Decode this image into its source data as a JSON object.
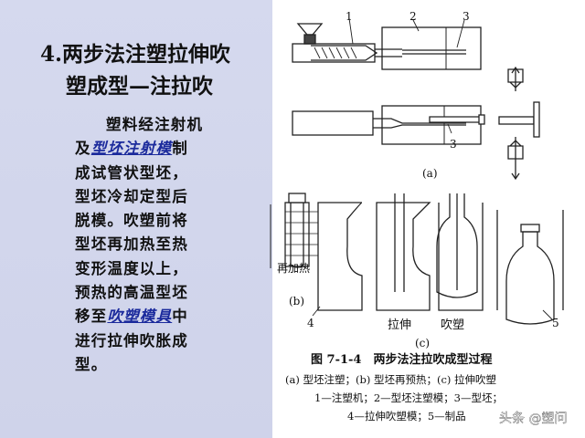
{
  "title": {
    "line1": "4.两步法注塑拉伸吹",
    "line2": "塑成型—注拉吹"
  },
  "body": {
    "l1": "塑料经注射机",
    "l2_pre": "及",
    "l2_kw": "型坯注射模",
    "l2_post": "制",
    "l3": "成试管状型坯，",
    "l4": "型坯冷却定型后",
    "l5": "脱模。吹塑前将",
    "l6": "型坯再加热至热",
    "l7": "变形温度以上，",
    "l8": "预热的高温型坯",
    "l9_pre": "移至",
    "l9_kw": "吹塑模具",
    "l9_post": "中",
    "l10": "进行拉伸吹胀成",
    "l11": "型。"
  },
  "figure": {
    "num1": "1",
    "num2": "2",
    "num3": "3",
    "num3b": "3",
    "label_a": "(a)",
    "reheat": "再加热",
    "label_b": "(b)",
    "num4": "4",
    "stretch": "拉伸",
    "blow": "吹塑",
    "label_c": "(c)",
    "num5": "5",
    "caption_title": "图 7-1-4　两步法注拉吹成型过程",
    "caption_line1": "(a) 型坯注塑；(b) 型坯再预热；(c) 拉伸吹塑",
    "caption_line2": "1—注塑机；2—型坯注塑模；3—型坯；",
    "caption_line3": "4—拉伸吹塑模；5—制品"
  },
  "watermark": {
    "text": "头条 @塑问"
  }
}
